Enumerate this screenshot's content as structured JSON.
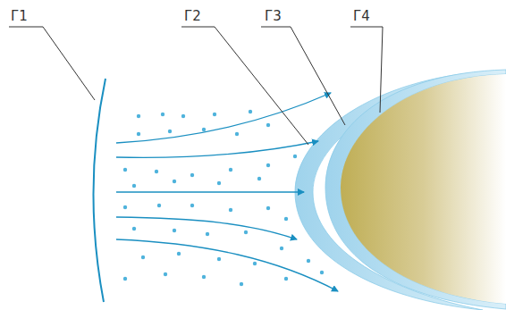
{
  "diagram": {
    "labels": [
      "Г1",
      "Г2",
      "Г3",
      "Г4"
    ]
  }
}
